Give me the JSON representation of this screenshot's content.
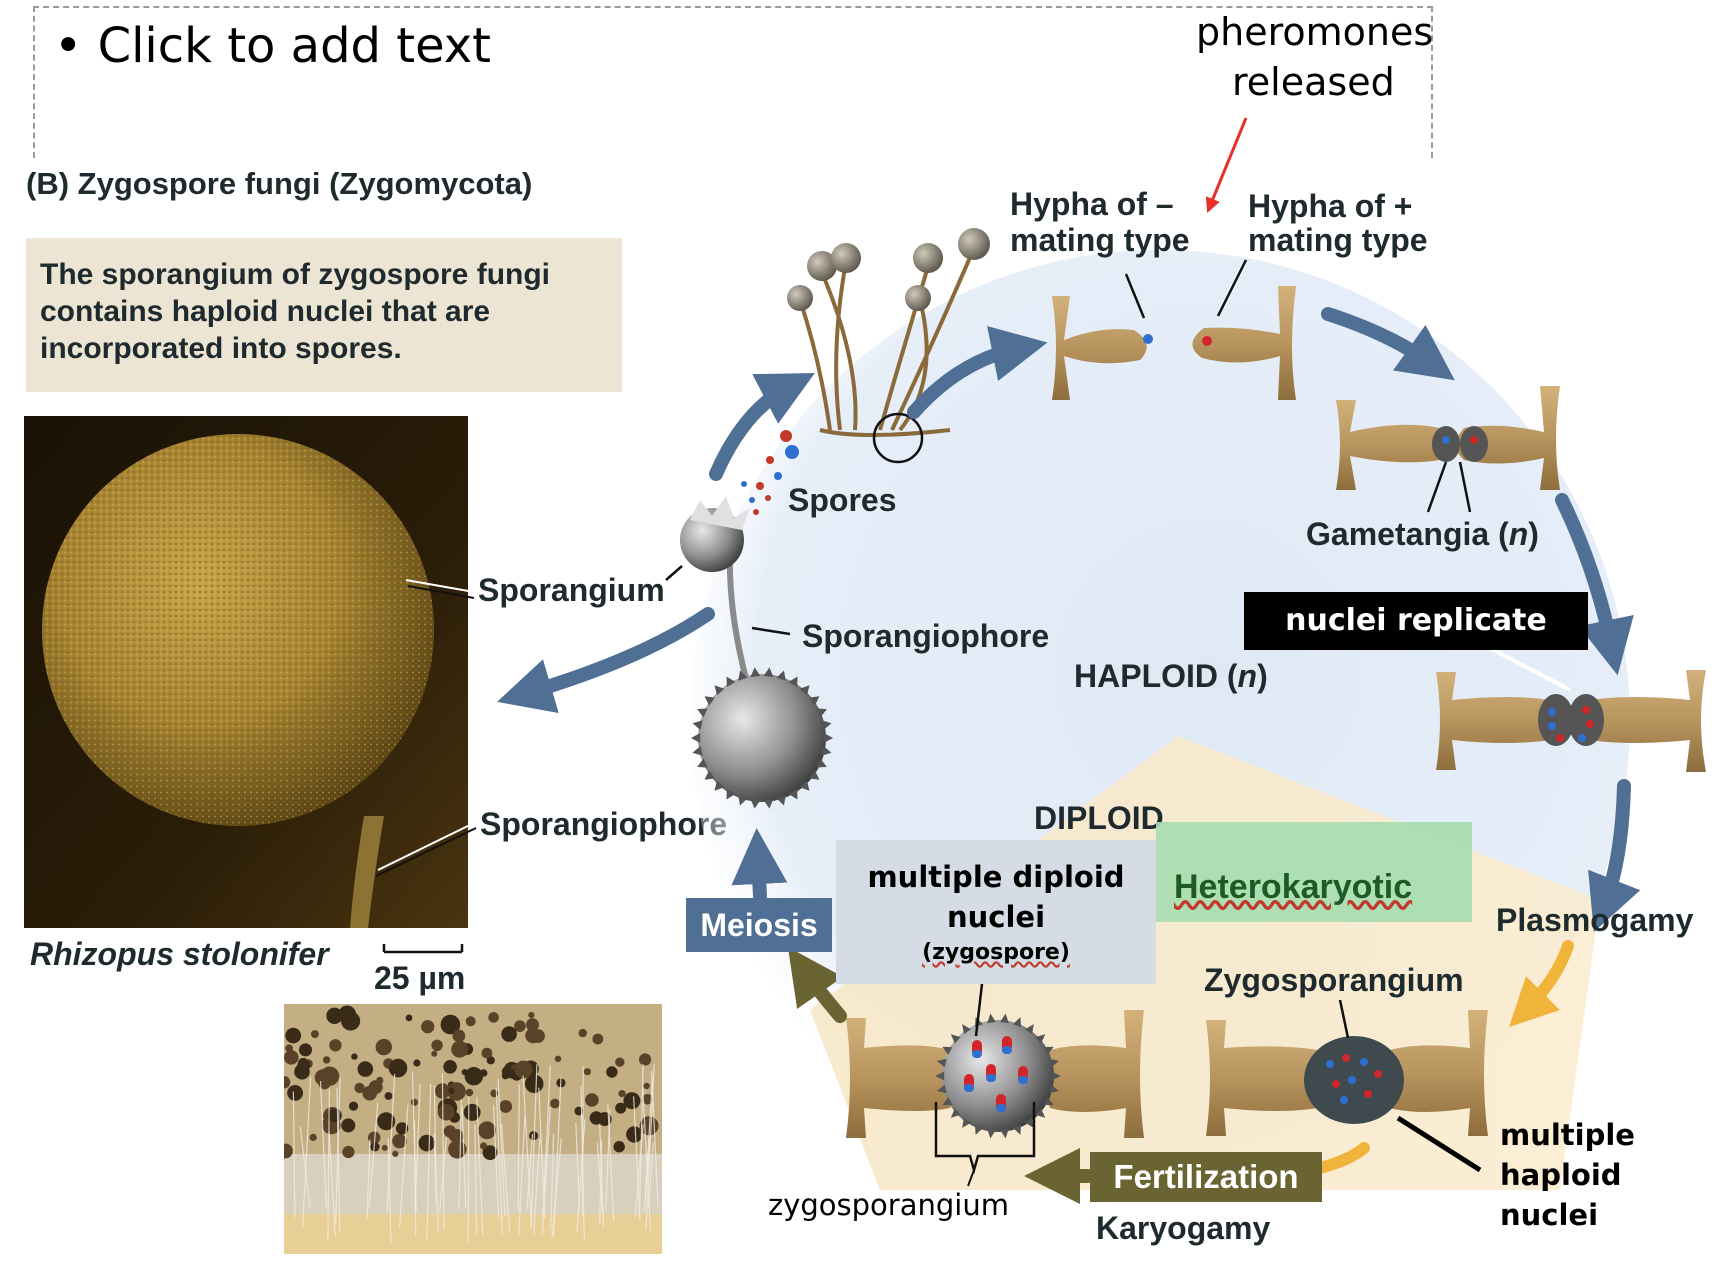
{
  "slide": {
    "placeholder_text": "• Click to add text"
  },
  "figure": {
    "panel_title": "(B)  Zygospore fungi (Zygomycota)",
    "info_text_lines": [
      "The sporangium of zygospore fungi",
      "contains haploid nuclei that are",
      "incorporated into spores."
    ],
    "photo_label_sporangium": "Sporangium",
    "photo_label_sporangiophore": "Sporangiophore",
    "species_name": "Rhizopus stolonifer",
    "scale_bar": "25 µm",
    "labels": {
      "spores": "Spores",
      "sporangium": "Sporangium",
      "sporangiophore": "Sporangiophore",
      "hypha_minus_line1": "Hypha of –",
      "hypha_minus_line2": "mating type",
      "hypha_plus_line1": "Hypha of +",
      "hypha_plus_line2": "mating type",
      "gametangia": "Gametangia (",
      "gametangia_n": "n",
      "gametangia_close": ")",
      "haploid": "HAPLOID (",
      "haploid_n": "n",
      "haploid_close": ")",
      "diploid": "DIPLOID",
      "plasmogamy": "Plasmogamy",
      "zygosporangium": "Zygosporangium",
      "meiosis": "Meiosis",
      "fertilization": "Fertilization",
      "karyogamy": "Karyogamy"
    }
  },
  "annotations": {
    "pheromones_line1": "pheromones",
    "pheromones_line2": "released",
    "nuclei_replicate": "nuclei replicate",
    "multiple_diploid_line1": "multiple diploid",
    "multiple_diploid_line2": "nuclei",
    "zygospore": "(zygospore)",
    "heterokaryotic": "Heterokaryotic",
    "multiple_haploid_line1": "multiple",
    "multiple_haploid_line2": "haploid",
    "multiple_haploid_line3": "nuclei",
    "zygosporangium_note": "zygosporangium"
  },
  "colors": {
    "cycle_arrow": "#4f6f95",
    "diploid_arrow": "#f0b43a",
    "hypha": "#b8945e",
    "minus_nucleus": "#2f6fd0",
    "plus_nucleus": "#d0262a",
    "pheromone_arrow": "#e8302a"
  }
}
